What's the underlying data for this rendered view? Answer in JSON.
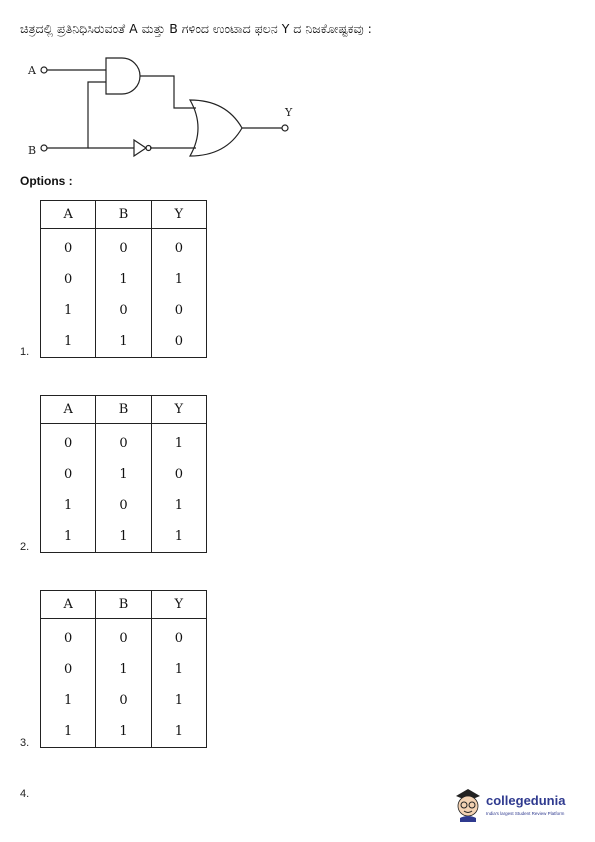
{
  "question": {
    "text": "ಚಿತ್ರದಲ್ಲಿ ಪ್ರತಿನಿಧಿಸಿರುವಂತೆ A ಮತ್ತು B ಗಳಿಂದ ಉಂಟಾದ ಫಲನ Y ದ ನಿಜಕೋಷ್ಟಕವು :"
  },
  "circuit": {
    "input_a": "A",
    "input_b": "B",
    "output_y": "Y",
    "gates": [
      "and-gate",
      "not-gate",
      "or-gate"
    ]
  },
  "options_heading": "Options :",
  "options": [
    {
      "number": "1.",
      "headers": [
        "A",
        "B",
        "Y"
      ],
      "rows": [
        [
          "0",
          "0",
          "0"
        ],
        [
          "0",
          "1",
          "1"
        ],
        [
          "1",
          "0",
          "0"
        ],
        [
          "1",
          "1",
          "0"
        ]
      ]
    },
    {
      "number": "2.",
      "headers": [
        "A",
        "B",
        "Y"
      ],
      "rows": [
        [
          "0",
          "0",
          "1"
        ],
        [
          "0",
          "1",
          "0"
        ],
        [
          "1",
          "0",
          "1"
        ],
        [
          "1",
          "1",
          "1"
        ]
      ]
    },
    {
      "number": "3.",
      "headers": [
        "A",
        "B",
        "Y"
      ],
      "rows": [
        [
          "0",
          "0",
          "0"
        ],
        [
          "0",
          "1",
          "1"
        ],
        [
          "1",
          "0",
          "1"
        ],
        [
          "1",
          "1",
          "1"
        ]
      ]
    },
    {
      "number": "4.",
      "headers": [],
      "rows": []
    }
  ],
  "logo": {
    "name": "collegedunia",
    "tagline": "India's largest Student Review Platform",
    "icon": "student-mascot-icon"
  }
}
